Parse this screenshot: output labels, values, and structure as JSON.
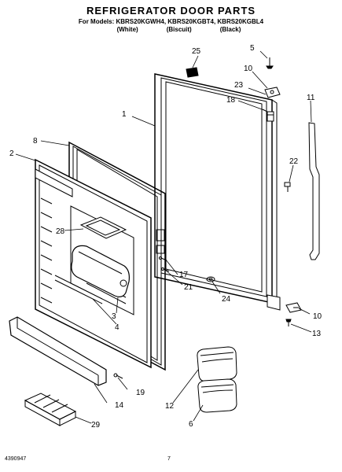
{
  "header": {
    "title": "REFRIGERATOR DOOR PARTS",
    "models": "For Models: KBRS20KGWH4, KBRS20KGBT4, KBRS20KGBL4",
    "colors": [
      "(White)",
      "(Biscuit)",
      "(Black)"
    ]
  },
  "callouts": {
    "c25": "25",
    "c5": "5",
    "c10a": "10",
    "c23": "23",
    "c18": "18",
    "c11": "11",
    "c1": "1",
    "c8": "8",
    "c2": "2",
    "c22": "22",
    "c28": "28",
    "c17": "17",
    "c21": "21",
    "c24": "24",
    "c3": "3",
    "c4": "4",
    "c10b": "10",
    "c13": "13",
    "c19": "19",
    "c14": "14",
    "c12": "12",
    "c6": "6",
    "c29": "29"
  },
  "footer": {
    "part_number": "4390947",
    "page": "7"
  }
}
